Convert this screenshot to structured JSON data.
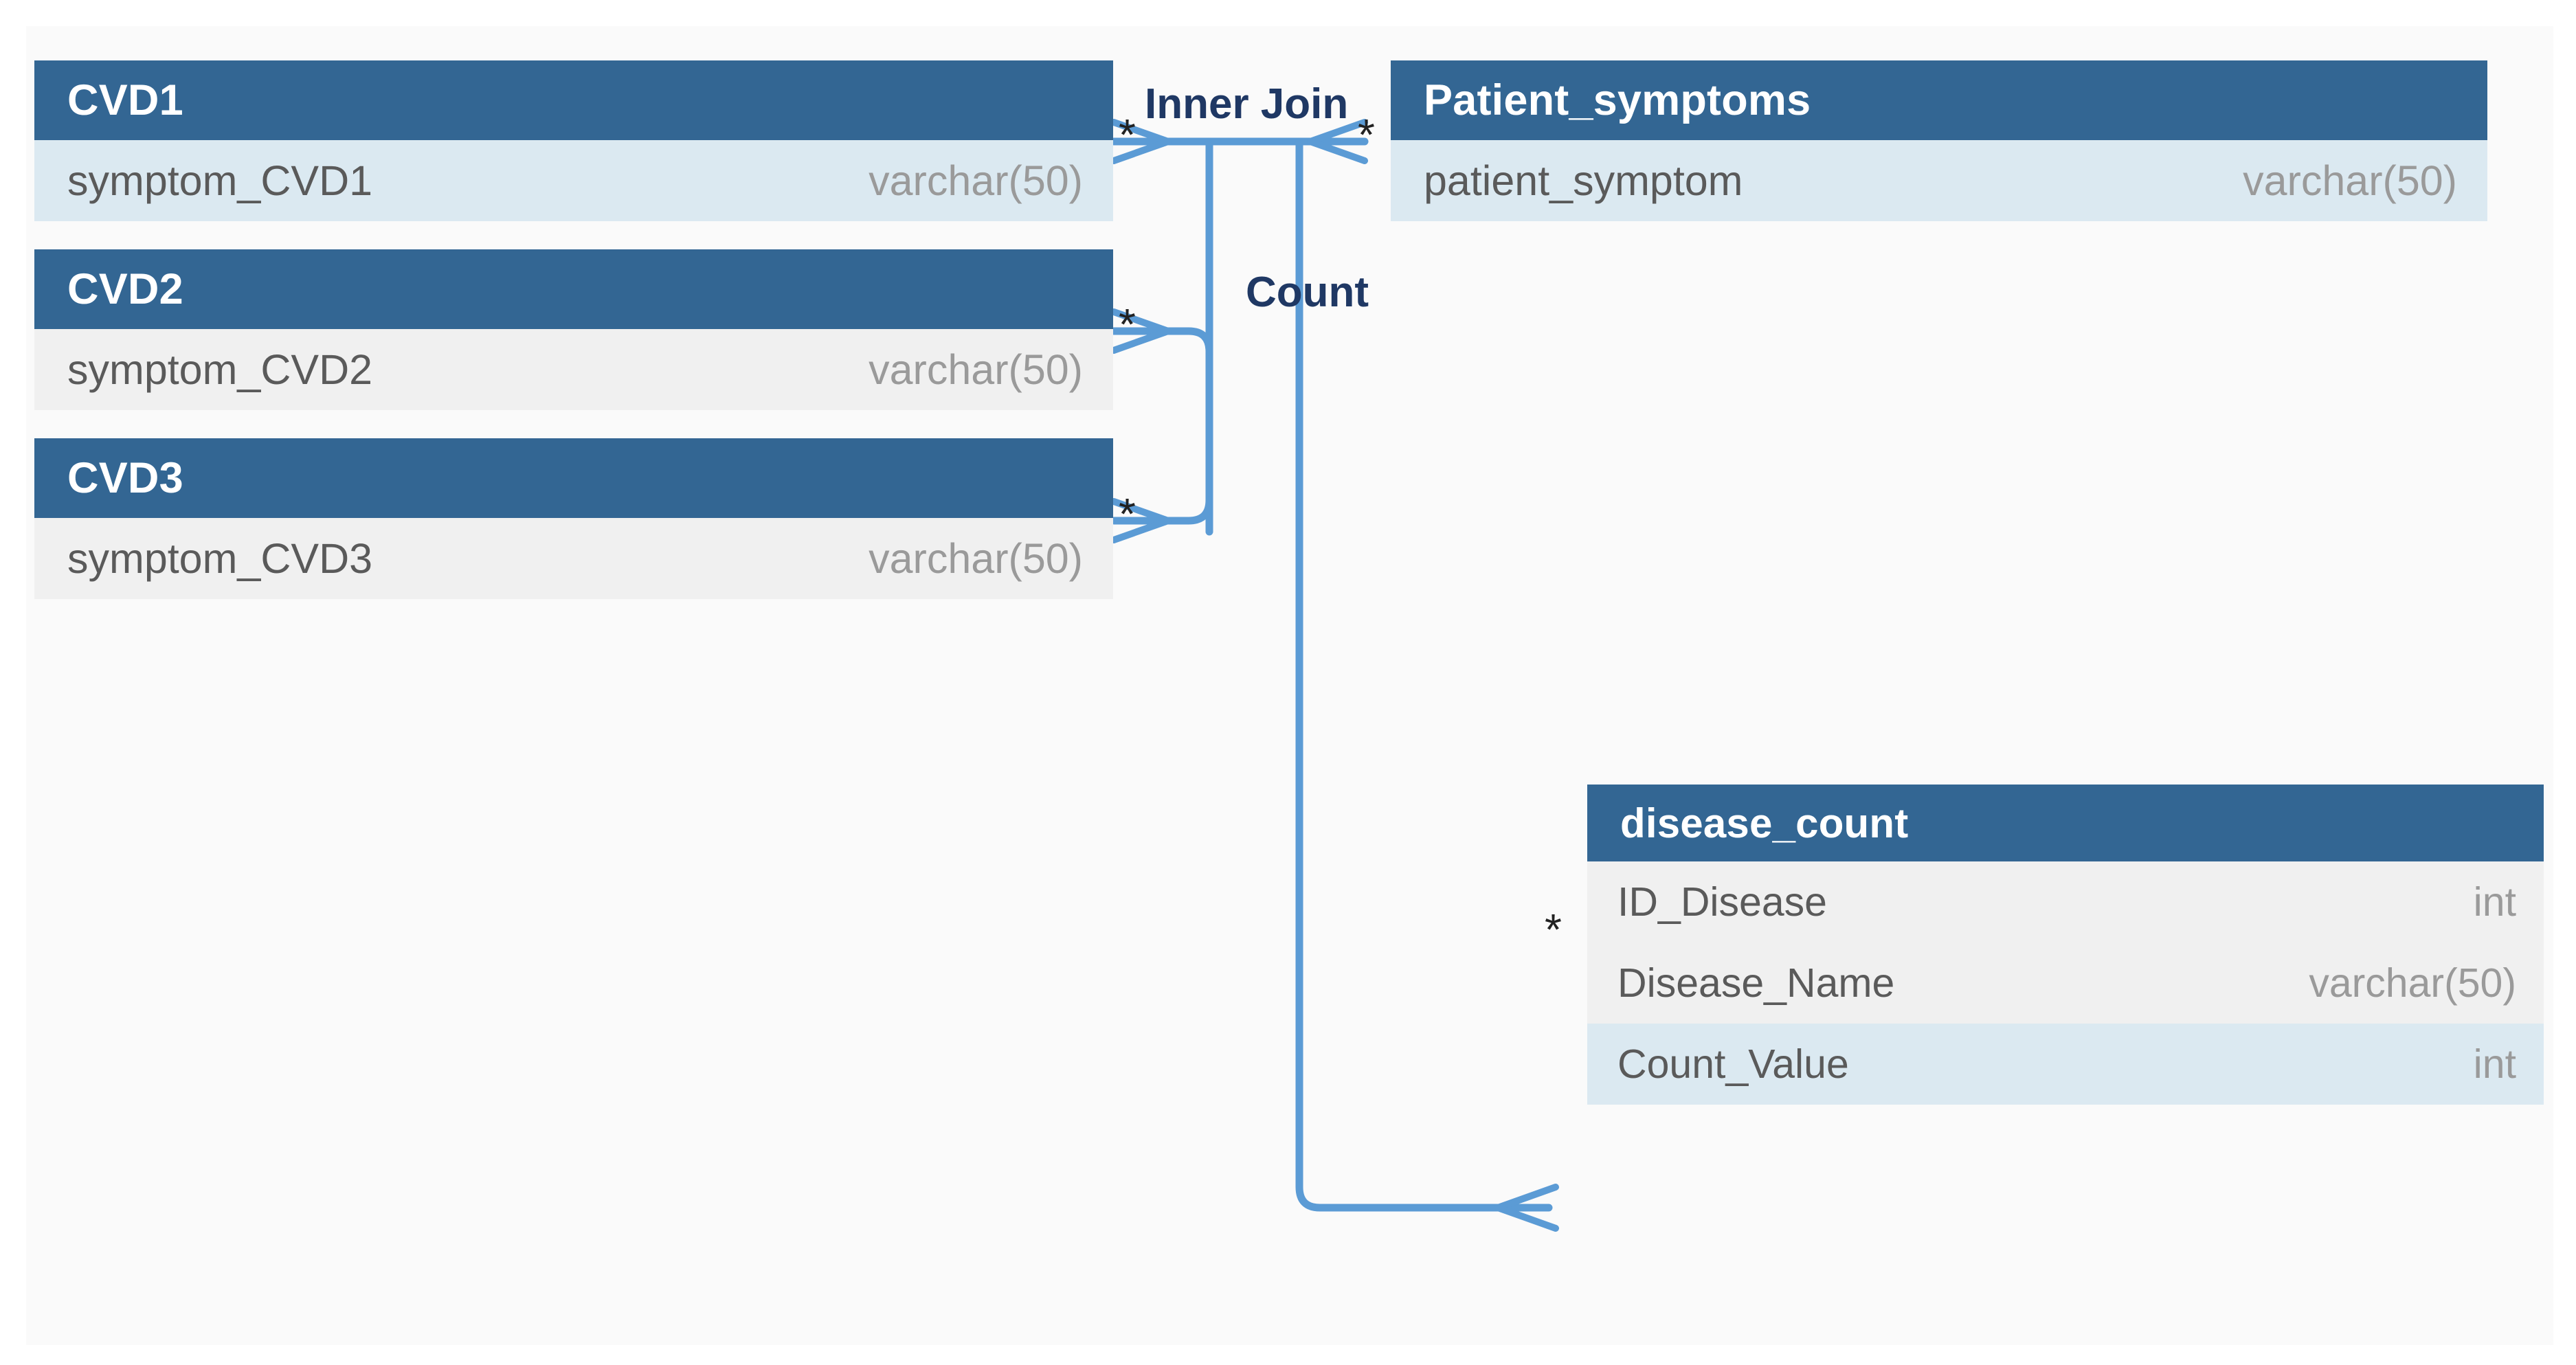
{
  "diagram": {
    "type": "entity-relationship-diagram",
    "background_color": "#fafafa",
    "colors": {
      "header_blue": "#336693",
      "row_highlight_blue": "#dbe9f1",
      "row_gray": "#f0f0f0",
      "connector_blue": "#5b9bd5",
      "label_navy": "#1f3864",
      "field_name_gray": "#5a5a5a",
      "field_type_gray": "#9a9a9a"
    }
  },
  "tables": [
    {
      "id": "cvd1",
      "title": "CVD1",
      "rows": [
        {
          "name": "symptom_CVD1",
          "type": "varchar(50)",
          "highlight": "blue"
        }
      ]
    },
    {
      "id": "cvd2",
      "title": "CVD2",
      "rows": [
        {
          "name": "symptom_CVD2",
          "type": "varchar(50)",
          "highlight": "gray"
        }
      ]
    },
    {
      "id": "cvd3",
      "title": "CVD3",
      "rows": [
        {
          "name": "symptom_CVD3",
          "type": "varchar(50)",
          "highlight": "gray"
        }
      ]
    },
    {
      "id": "patient_symptoms",
      "title": "Patient_symptoms",
      "rows": [
        {
          "name": "patient_symptom",
          "type": "varchar(50)",
          "highlight": "blue"
        }
      ]
    },
    {
      "id": "disease_count",
      "title": "disease_count",
      "rows": [
        {
          "name": "ID_Disease",
          "type": "int",
          "highlight": "gray"
        },
        {
          "name": "Disease_Name",
          "type": "varchar(50)",
          "highlight": "gray"
        },
        {
          "name": "Count_Value",
          "type": "int",
          "highlight": "blue"
        }
      ]
    }
  ],
  "relationships": [
    {
      "id": "inner-join",
      "label": "Inner Join",
      "from": "CVD1.symptom_CVD1",
      "to": "Patient_symptoms.patient_symptom",
      "from_cardinality": "*",
      "to_cardinality": "*"
    },
    {
      "id": "cvd2-join",
      "label": "",
      "from": "CVD2.symptom_CVD2",
      "to": "Patient_symptoms.patient_symptom",
      "from_cardinality": "*",
      "to_cardinality": "*"
    },
    {
      "id": "cvd3-join",
      "label": "",
      "from": "CVD3.symptom_CVD3",
      "to": "Patient_symptoms.patient_symptom",
      "from_cardinality": "*",
      "to_cardinality": "*"
    },
    {
      "id": "count",
      "label": "Count",
      "from": "Patient_symptoms.patient_symptom",
      "to": "disease_count.Count_Value",
      "from_cardinality": "*",
      "to_cardinality": "*"
    }
  ],
  "cardinality_symbol": "*"
}
